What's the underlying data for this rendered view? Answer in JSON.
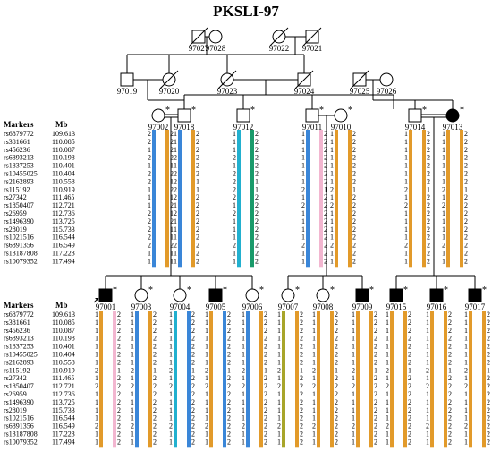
{
  "title": "PKSLI-97",
  "headers": {
    "markers": "Markers",
    "mb": "Mb"
  },
  "markers": [
    {
      "id": "rs6879772",
      "mb": "109.613"
    },
    {
      "id": "rs381661",
      "mb": "110.085"
    },
    {
      "id": "rs456236",
      "mb": "110.087"
    },
    {
      "id": "rs6893213",
      "mb": "110.198"
    },
    {
      "id": "rs1837253",
      "mb": "110.401"
    },
    {
      "id": "rs10455025",
      "mb": "110.404"
    },
    {
      "id": "rs2162893",
      "mb": "110.558"
    },
    {
      "id": "rs115192",
      "mb": "110.919"
    },
    {
      "id": "rs27342",
      "mb": "111.465"
    },
    {
      "id": "rs1850407",
      "mb": "112.721"
    },
    {
      "id": "rs26959",
      "mb": "112.736"
    },
    {
      "id": "rs1496390",
      "mb": "113.725"
    },
    {
      "id": "rs28019",
      "mb": "115.733"
    },
    {
      "id": "rs1021516",
      "mb": "116.544"
    },
    {
      "id": "rs6891356",
      "mb": "116.549"
    },
    {
      "id": "rs13187808",
      "mb": "117.223"
    },
    {
      "id": "rs10079352",
      "mb": "117.494"
    }
  ],
  "colors": {
    "blue": "#3a86d8",
    "orange": "#e29a2a",
    "green": "#1a9a6a",
    "cyan": "#22b0cf",
    "olive": "#a8a52a",
    "pink": "#f2b6d0",
    "black": "#000000"
  },
  "asterisk": "*",
  "individuals": [
    {
      "id": "97027",
      "sex": "male",
      "deceased": true
    },
    {
      "id": "97028",
      "sex": "female",
      "deceased": false
    },
    {
      "id": "97022",
      "sex": "female",
      "deceased": true
    },
    {
      "id": "97021",
      "sex": "male",
      "deceased": true
    },
    {
      "id": "97019",
      "sex": "male",
      "deceased": false
    },
    {
      "id": "97020",
      "sex": "female",
      "deceased": true
    },
    {
      "id": "97023",
      "sex": "female",
      "deceased": true
    },
    {
      "id": "97024",
      "sex": "male",
      "deceased": true
    },
    {
      "id": "97025",
      "sex": "male",
      "deceased": true
    },
    {
      "id": "97026",
      "sex": "female",
      "deceased": false
    },
    {
      "id": "97002",
      "sex": "female",
      "genotyped": true,
      "hap": {
        "left": "blue",
        "right": "orange",
        "lv": "22121221112222211",
        "rv": "22221212121211211"
      }
    },
    {
      "id": "97018",
      "sex": "male",
      "genotyped": true,
      "hap": {
        "left": "blue",
        "right": "orange",
        "lv": "11121222212111211",
        "rv": "22222211222222222"
      }
    },
    {
      "id": "97012",
      "sex": "male",
      "genotyped": true,
      "hap": {
        "left": "cyan",
        "right": "green",
        "lv": "11121222212111211",
        "rv": "22222211222222222"
      }
    },
    {
      "id": "97011",
      "sex": "male",
      "genotyped": true,
      "hap": {
        "left": "blue",
        "right": "pink",
        "lv": "11111112121111211",
        "rv": "22222221222222222"
      }
    },
    {
      "id": "97010",
      "sex": "female",
      "genotyped": true,
      "hap": {
        "left": "orange",
        "right": "orange",
        "lv": "11111112121111211",
        "rv": "22222221222222222"
      }
    },
    {
      "id": "97014",
      "sex": "male",
      "genotyped": true,
      "hap": {
        "left": "orange",
        "right": "orange",
        "lv": "11111112121111211",
        "rv": "22222221222222222"
      }
    },
    {
      "id": "97013",
      "sex": "female",
      "affected": true,
      "genotyped": true,
      "hap": {
        "left": "orange",
        "right": "orange",
        "lv": "11111112121111211",
        "rv": "22222221222222222"
      }
    },
    {
      "id": "97001",
      "sex": "male",
      "affected": true,
      "proband": true,
      "genotyped": true,
      "hap": {
        "left": "orange",
        "right": "pink",
        "lv": "11111112121111211",
        "rv": "22222221222222222"
      }
    },
    {
      "id": "97003",
      "sex": "female",
      "genotyped": true,
      "hap": {
        "left": "blue",
        "right": "orange",
        "lv": "11111112121111211",
        "rv": "22222221222222222"
      }
    },
    {
      "id": "97004",
      "sex": "female",
      "genotyped": true,
      "hap": {
        "left": "cyan",
        "right": "blue",
        "lv": "11111112121111211",
        "rv": "22222221222222222"
      }
    },
    {
      "id": "97005",
      "sex": "male",
      "affected": true,
      "genotyped": true,
      "hap": {
        "left": "orange",
        "right": "blue",
        "lv": "11111112121111211",
        "rv": "22222221222222222"
      }
    },
    {
      "id": "97006",
      "sex": "female",
      "genotyped": true,
      "hap": {
        "left": "blue",
        "right": "orange",
        "lv": "11111112121111211",
        "rv": "22222221222222222"
      }
    },
    {
      "id": "97007",
      "sex": "female",
      "genotyped": true,
      "hap": {
        "left": "olive",
        "right": "orange",
        "lv": "11111112121111211",
        "rv": "22222221222222222"
      }
    },
    {
      "id": "97008",
      "sex": "female",
      "genotyped": true,
      "hap": {
        "left": "orange",
        "right": "orange",
        "lv": "11111112121111211",
        "rv": "22222221222222222"
      }
    },
    {
      "id": "97009",
      "sex": "male",
      "affected": true,
      "genotyped": true,
      "hap": {
        "left": "orange",
        "right": "orange",
        "lv": "11111112121111211",
        "rv": "22222221222222222"
      }
    },
    {
      "id": "97015",
      "sex": "male",
      "affected": true,
      "genotyped": true,
      "hap": {
        "left": "orange",
        "right": "orange",
        "lv": "11111112121111211",
        "rv": "22222221222222222"
      }
    },
    {
      "id": "97016",
      "sex": "male",
      "affected": true,
      "genotyped": true,
      "hap": {
        "left": "orange",
        "right": "orange",
        "lv": "11111112121111211",
        "rv": "22222221222222222"
      }
    },
    {
      "id": "97017",
      "sex": "male",
      "affected": true,
      "genotyped": true,
      "hap": {
        "left": "orange",
        "right": "orange",
        "lv": "11111112121111211",
        "rv": "22222221222222222"
      }
    }
  ]
}
